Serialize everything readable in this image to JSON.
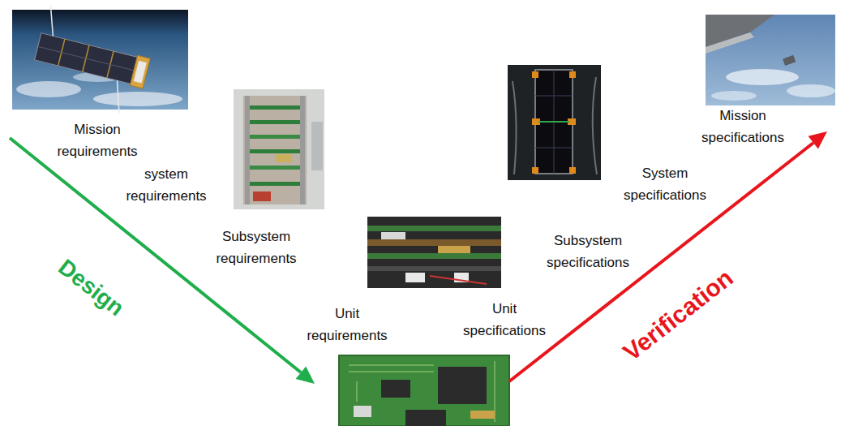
{
  "diagram": {
    "labels": [
      "Mission requirements",
      "system requirements",
      "Subsystem requirements",
      "Unit requirements",
      "Unit specifications",
      "Subsystem specifications",
      "System specifications",
      "Mission specifications",
      "Design",
      "Verification"
    ]
  }
}
